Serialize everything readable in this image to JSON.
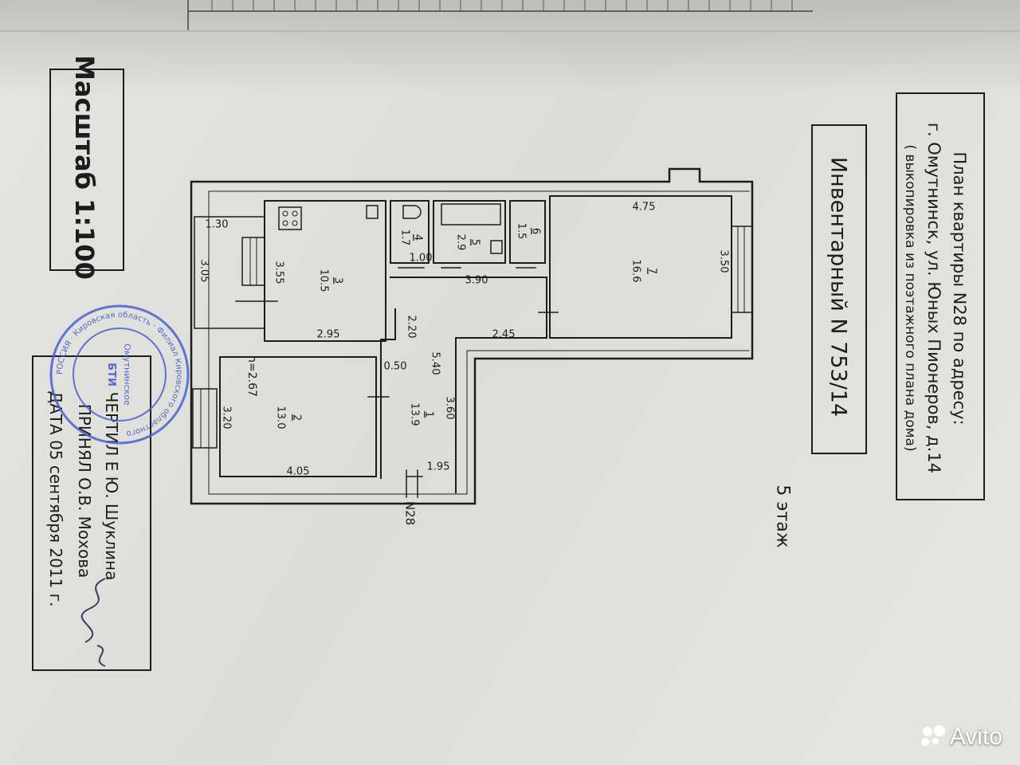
{
  "header": {
    "title": "План квартиры N28 по адресу:",
    "address": "г. Омутнинск, ул. Юных Пионеров, д.14",
    "note": "( выкопировка из поэтажного плана дома)"
  },
  "inventory": "Инвентарный N 753/14",
  "floor": "5 этаж",
  "scale": "Масштаб 1:100",
  "signatures": {
    "drawn_by": "ЧЕРТИЛ Е Ю. Шуклина",
    "accepted_by": "ПРИНЯЛ О.В. Мохова",
    "date": "ДАТА 05 сентября 2011 г."
  },
  "stamp": {
    "outer_text": "РОССИЯ · Кировская область · Филиал Кировского областного",
    "middle": "Омутнинское",
    "center": "БТИ"
  },
  "apartment_label": "N28",
  "rooms": [
    {
      "no": "1",
      "area": "13.9"
    },
    {
      "no": "2",
      "area": "13.0"
    },
    {
      "no": "3",
      "area": "10.5"
    },
    {
      "no": "4",
      "area": "1.7"
    },
    {
      "no": "5",
      "area": "2.9"
    },
    {
      "no": "6",
      "area": "1.5"
    },
    {
      "no": "7",
      "area": "16.6"
    }
  ],
  "ceiling_height": "h=2.67",
  "dimensions": {
    "d475": "4.75",
    "d350": "3.50",
    "d130": "1.30",
    "d305": "3.05",
    "d355": "3.55",
    "d295": "2.95",
    "d100": "1.00",
    "d390": "3.90",
    "d220": "2.20",
    "d245": "2.45",
    "d540": "5.40",
    "d050": "0.50",
    "d360": "3.60",
    "d195": "1.95",
    "d320": "3.20",
    "d405": "4.05"
  },
  "watermark": "Avito"
}
